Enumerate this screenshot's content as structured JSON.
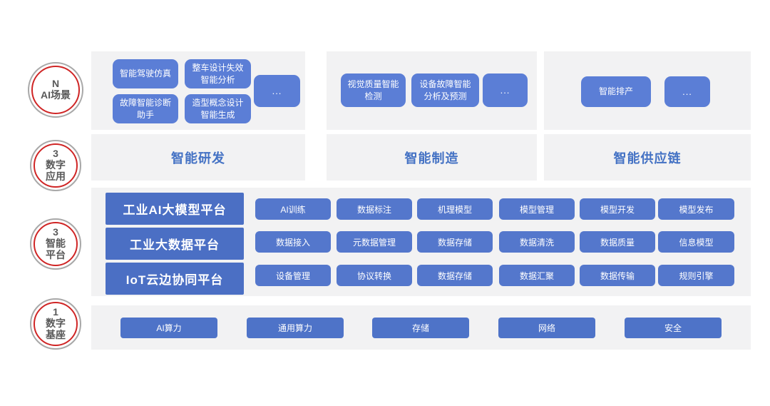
{
  "badges": [
    {
      "lines": [
        "N",
        "AI场景"
      ]
    },
    {
      "lines": [
        "3",
        "数字",
        "应用"
      ]
    },
    {
      "lines": [
        "3",
        "智能",
        "平台"
      ]
    },
    {
      "lines": [
        "1",
        "数字",
        "基座"
      ]
    }
  ],
  "scenarios": [
    {
      "buttons": [
        "智能驾驶仿真",
        "整车设计失效\n智能分析",
        "故障智能诊断\n助手",
        "造型概念设计\n智能生成",
        "..."
      ]
    },
    {
      "buttons": [
        "视觉质量智能\n检测",
        "设备故障智能\n分析及预测",
        "..."
      ]
    },
    {
      "buttons": [
        "智能排产",
        "..."
      ]
    }
  ],
  "applications": [
    "智能研发",
    "智能制造",
    "智能供应链"
  ],
  "platforms": [
    {
      "name": "工业AI大模型平台",
      "capabilities": [
        "AI训练",
        "数据标注",
        "机理模型",
        "模型管理",
        "模型开发",
        "模型发布"
      ]
    },
    {
      "name": "工业大数据平台",
      "capabilities": [
        "数据接入",
        "元数据管理",
        "数据存储",
        "数据清洗",
        "数据质量",
        "信息模型"
      ]
    },
    {
      "name": "IoT云边协同平台",
      "capabilities": [
        "设备管理",
        "协议转换",
        "数据存储",
        "数据汇聚",
        "数据传输",
        "规则引擎"
      ]
    }
  ],
  "foundation": [
    "AI算力",
    "通用算力",
    "存储",
    "网络",
    "安全"
  ],
  "colors": {
    "scenario_button": "#5B7ED6",
    "platform_button": "#4B6FC4",
    "capability_button": "#5477CC",
    "foundation_button": "#4E73C8",
    "application_title_text": "#4472C4",
    "panel_background": "#F2F2F3",
    "badge_outer_ring": "#A8A8A8",
    "badge_inner_ring": "#CF2525",
    "badge_text": "#595959"
  }
}
